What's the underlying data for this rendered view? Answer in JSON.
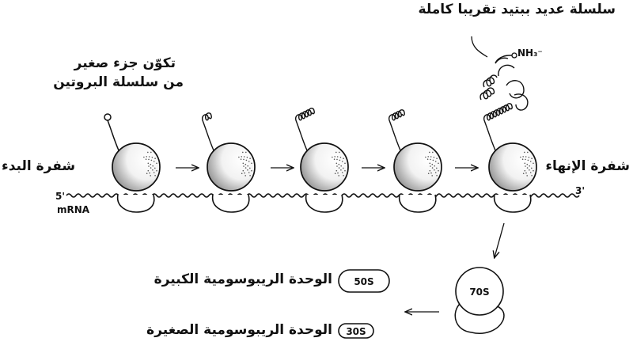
{
  "labels": {
    "complete_chain": "سلسلة عديد ببتيد تقريبا كاملة",
    "small_piece": "تكوّن جزء صغير",
    "of_chain": "من سلسلة البروتين",
    "start_codon": "شفرة البدء",
    "stop_codon": "شفرة الإنهاء",
    "five_prime": "5'",
    "three_prime": "3'",
    "mrna": "mRNA",
    "nh3": "NH₃⁻",
    "large_subunit_label": "الوحدة الريبوسومية الكبيرة",
    "small_subunit_label": "الوحدة الريبوسومية الصغيرة",
    "unit_70s": "70S",
    "unit_50s": "50S",
    "unit_30s": "30S"
  },
  "ribosomes": [
    {
      "stage": 1,
      "chain_loops": 0
    },
    {
      "stage": 2,
      "chain_loops": 2
    },
    {
      "stage": 3,
      "chain_loops": 5
    },
    {
      "stage": 4,
      "chain_loops": 4
    },
    {
      "stage": 5,
      "chain_loops": 8
    }
  ]
}
